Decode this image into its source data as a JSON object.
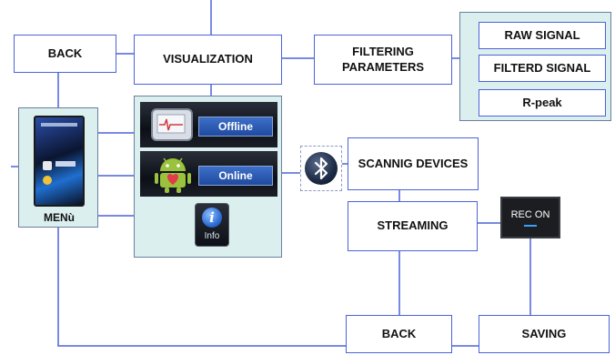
{
  "nodes": {
    "back_top": "BACK",
    "visualization": "VISUALIZATION",
    "filtering_parameters": "FILTERING\nPARAMETERS",
    "raw_signal": "RAW SIGNAL",
    "filtered_signal": "FILTERD SIGNAL",
    "r_peak": "R-peak",
    "menu": "MENù",
    "offline": "Offline",
    "online": "Online",
    "info": "Info",
    "scanning_devices": "SCANNIG DEVICES",
    "streaming": "STREAMING",
    "rec_on": "REC ON",
    "back_bottom": "BACK",
    "saving": "SAVING"
  },
  "icons": {
    "phone": "phone-screen-icon",
    "device": "tablet-ecg-icon",
    "android": "android-heart-icon",
    "bluetooth": "bluetooth-icon",
    "info": "info-icon"
  },
  "colors": {
    "connector": "#4c63d8",
    "panel": "#dbefee",
    "button": "#2557b3"
  }
}
